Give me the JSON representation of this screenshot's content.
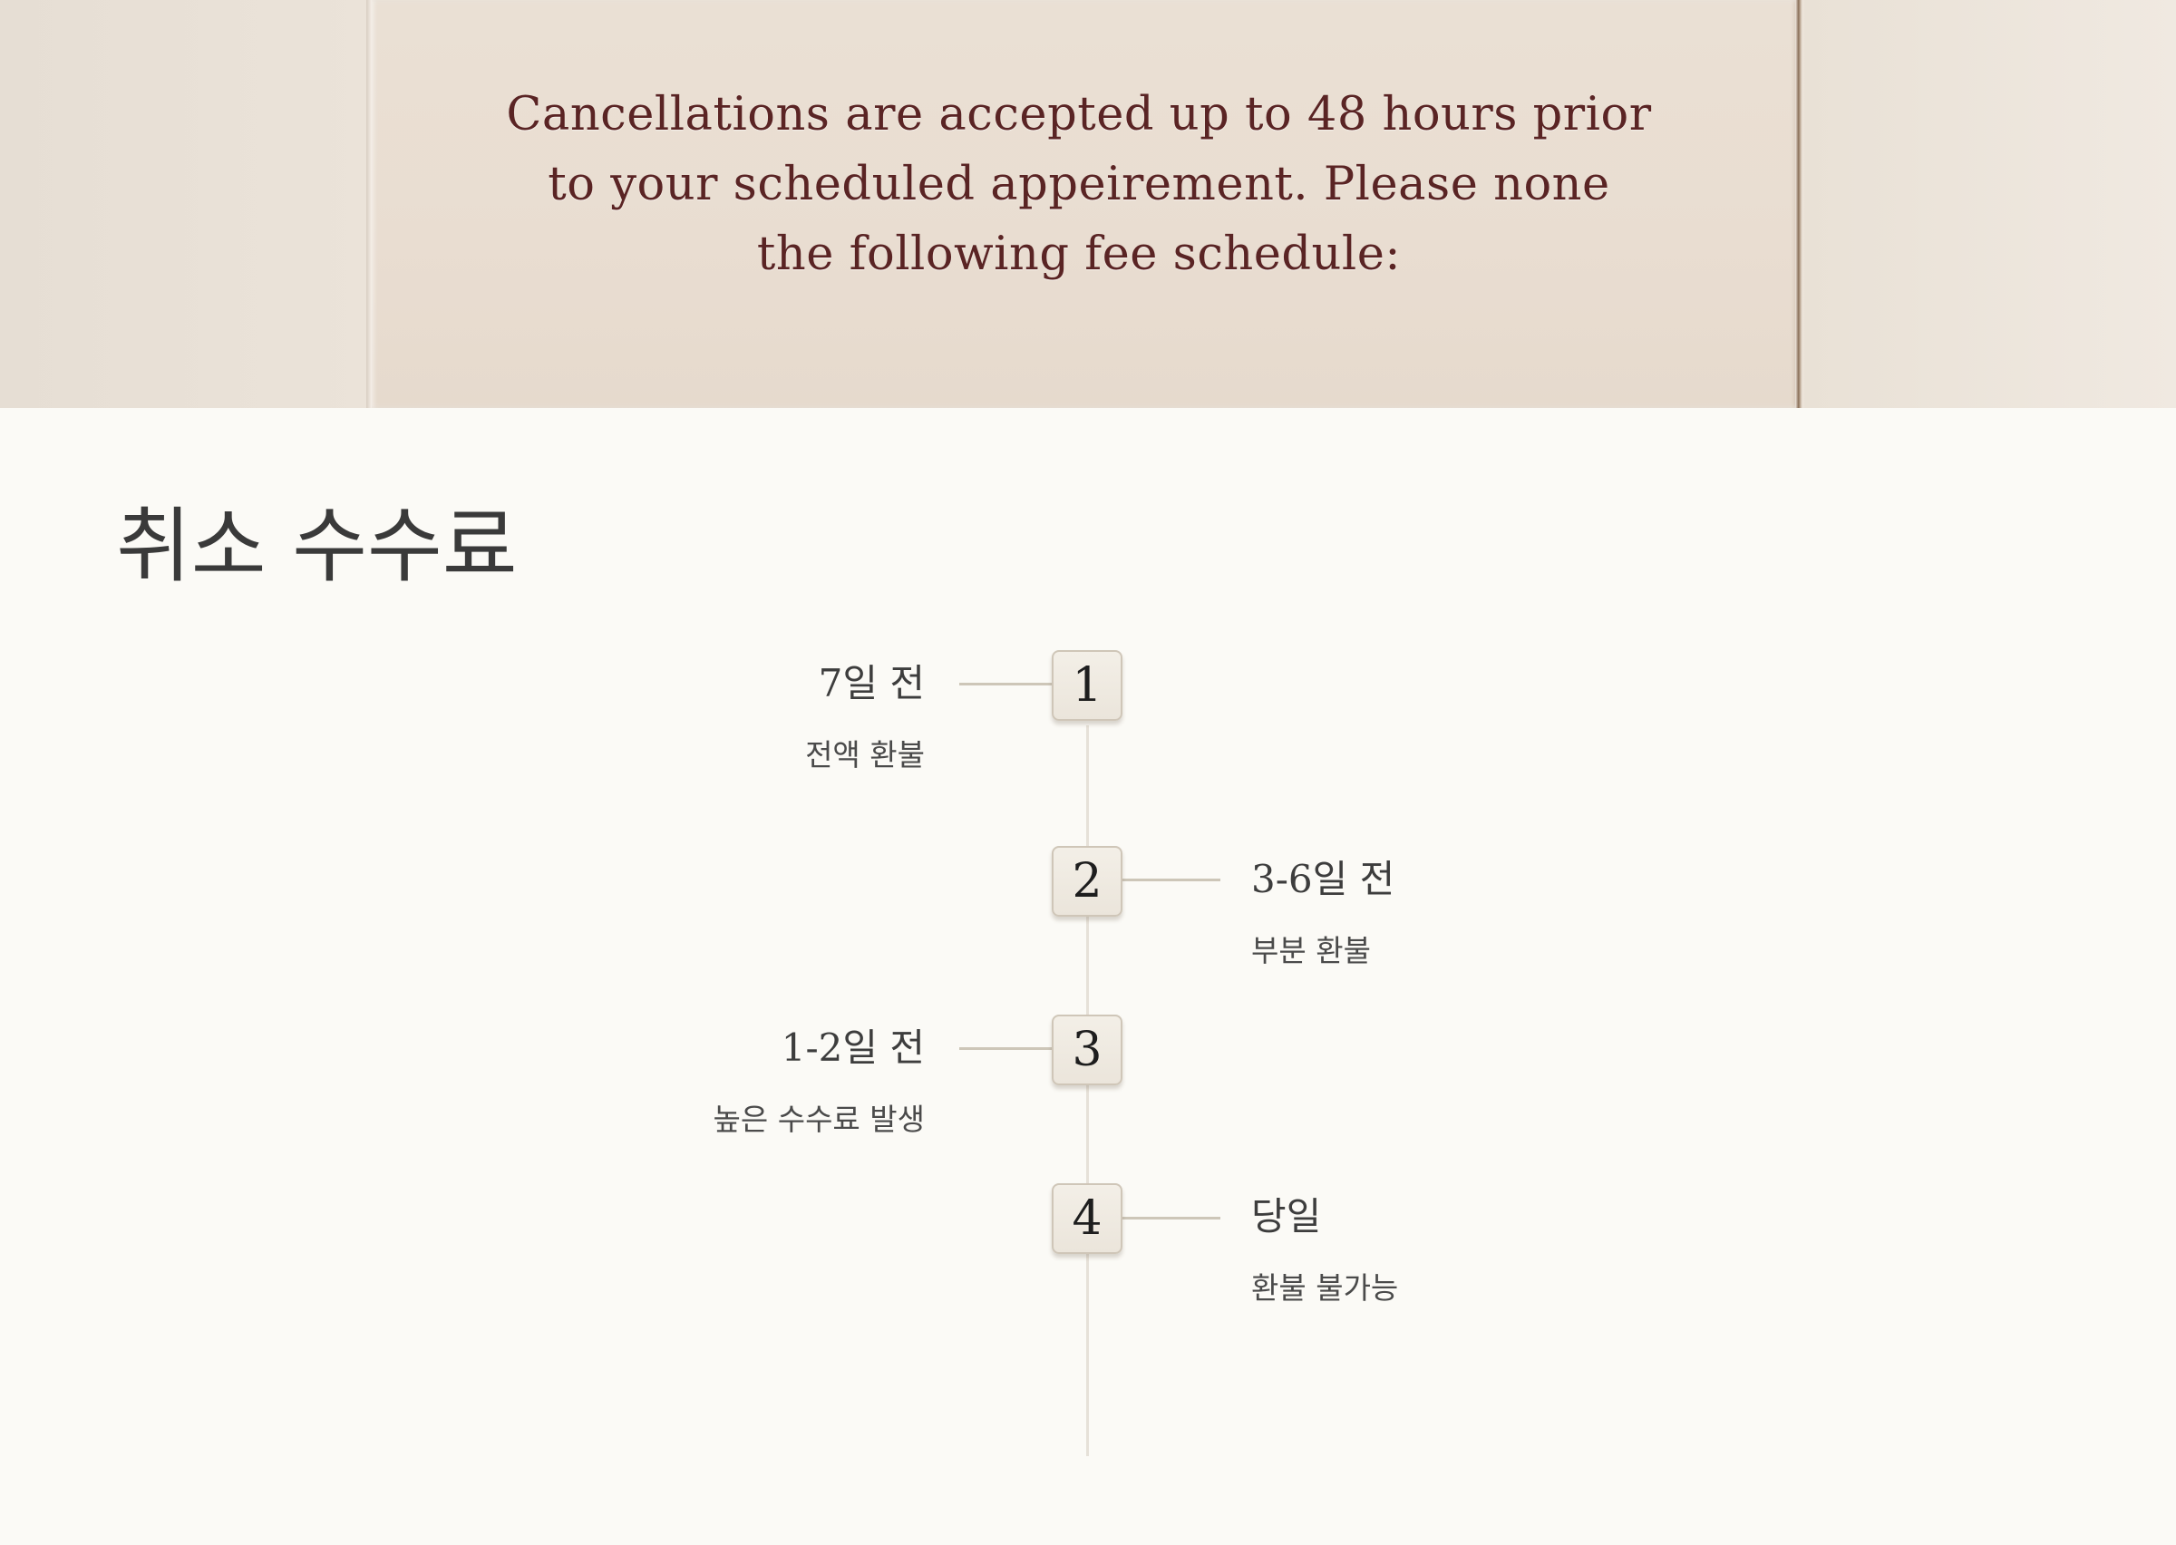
{
  "hero": {
    "text": "Cancellations are accepted up to 48 hours prior\nto your scheduled appeirement. Please none\nthe following fee schedule:"
  },
  "title": "취소 수수료",
  "steps": [
    {
      "number": "1",
      "heading": "7일 전",
      "description": "전액 환불"
    },
    {
      "number": "2",
      "heading": "3-6일 전",
      "description": "부분 환불"
    },
    {
      "number": "3",
      "heading": "1-2일 전",
      "description": "높은 수수료 발생"
    },
    {
      "number": "4",
      "heading": "당일",
      "description": "환불 불가능"
    }
  ]
}
